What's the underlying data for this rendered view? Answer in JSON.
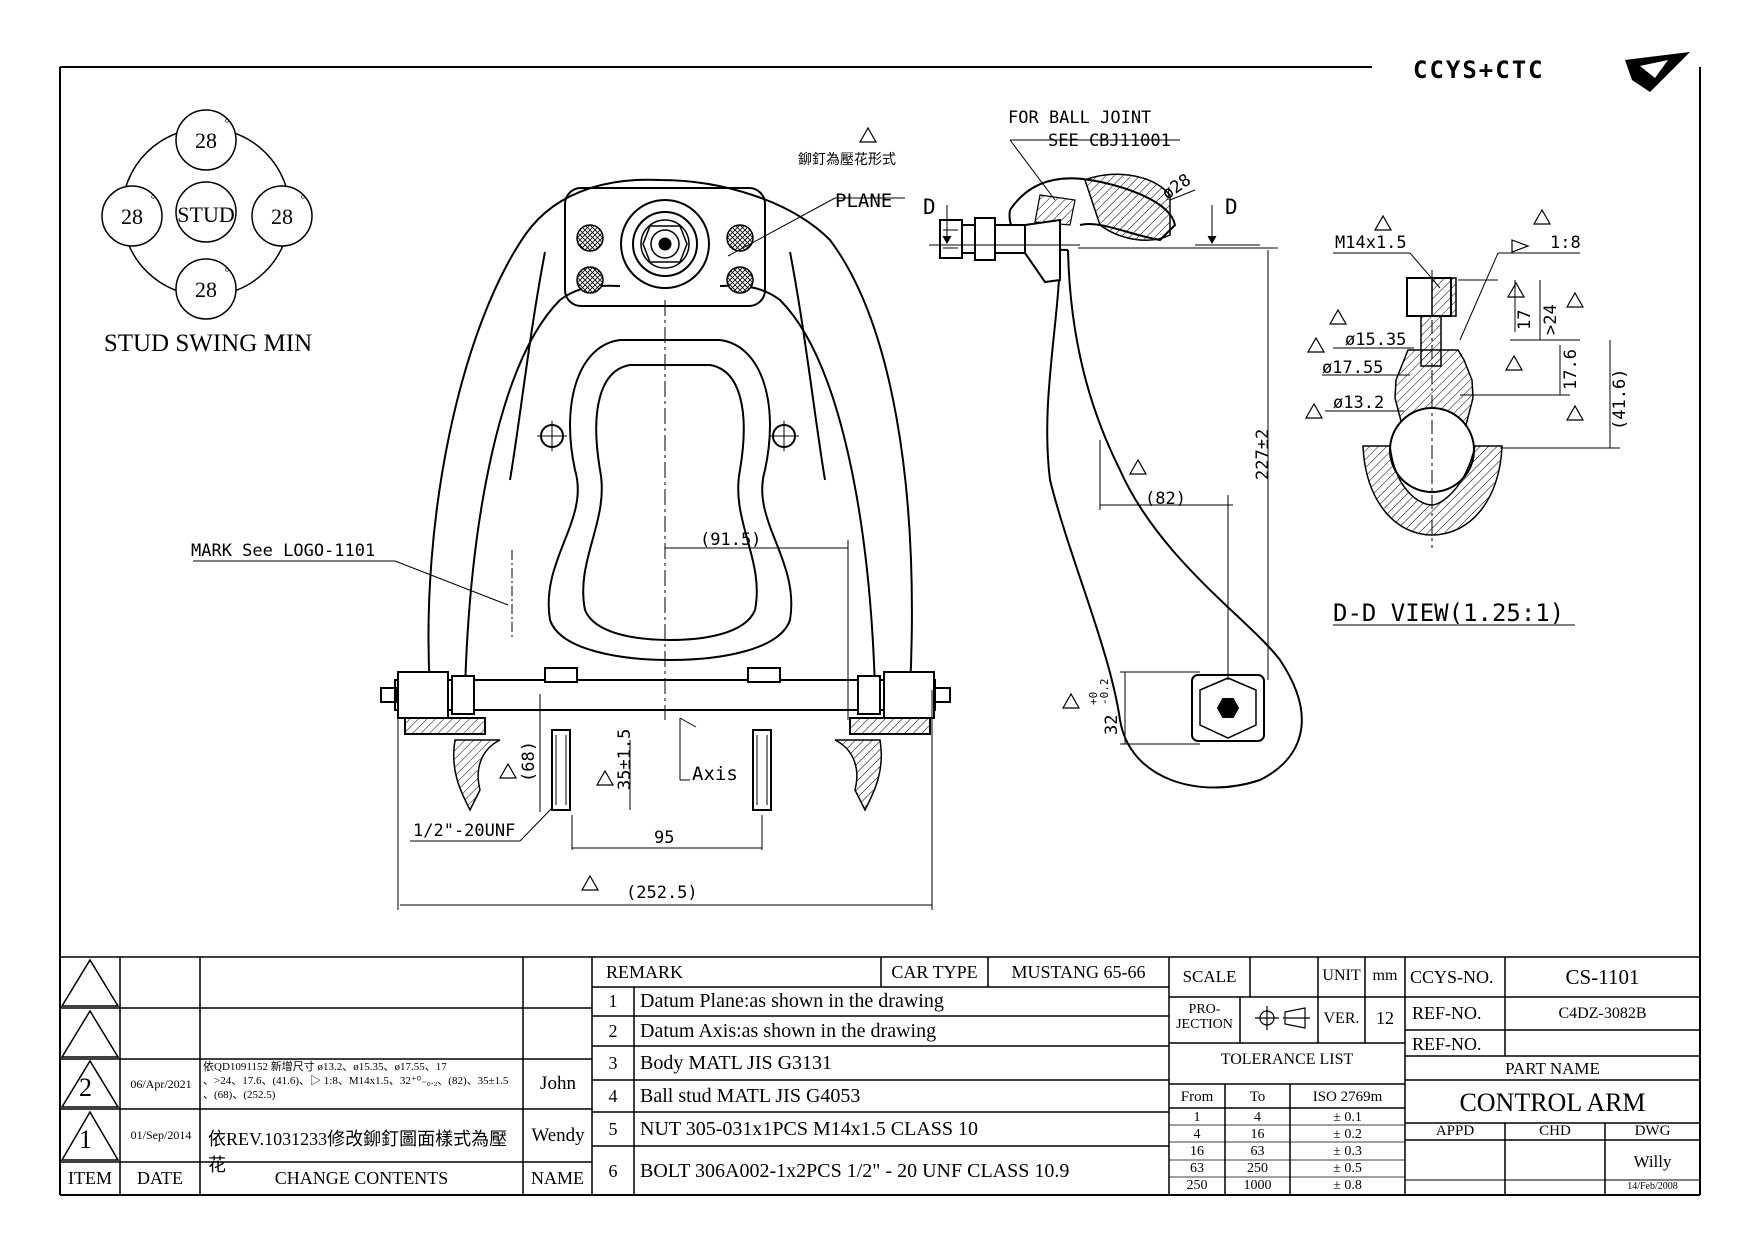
{
  "brand": {
    "text": "CCYS+CTC"
  },
  "swing": {
    "stud": "STUD",
    "top": "28",
    "left": "28",
    "right": "28",
    "bottom": "28",
    "deg": "°",
    "caption": "STUD SWING MIN"
  },
  "front_view": {
    "note_cn": "鉚釘為壓花形式",
    "plane": "PLANE",
    "mark": "MARK See LOGO-1101",
    "dim_axis_offset": "(91.5)",
    "axis": "Axis",
    "dim_stud_len": "(68)",
    "dim_stud_35": "35±1.5",
    "thread": "1/2\"-20UNF",
    "dim_95": "95",
    "dim_overall": "(252.5)"
  },
  "side_view": {
    "ball_note_1": "FOR BALL JOINT",
    "ball_note_2": "SEE CBJ11001",
    "phi28": "ø28",
    "section_left": "D",
    "section_right": "D",
    "dim_227": "227±2",
    "dim_82": "(82)",
    "dim_32": "32",
    "dim_32_tol_up": "+0",
    "dim_32_tol_dn": "-0.2"
  },
  "section_view": {
    "thread": "M14x1.5",
    "taper": "1:8",
    "d1535": "ø15.35",
    "d1755": "ø17.55",
    "d132": "ø13.2",
    "dim_17": "17",
    "dim_24": ">24",
    "dim_176": "17.6",
    "dim_416": "(41.6)",
    "title": "D-D VIEW(1.25:1)"
  },
  "revisions": {
    "headers": {
      "item": "ITEM",
      "date": "DATE",
      "contents": "CHANGE CONTENTS",
      "name": "NAME"
    },
    "rows": [
      {
        "item": "2",
        "date": "06/Apr/2021",
        "contents_1": "依QD1091152 新增尺寸 ø13.2、ø15.35、ø17.55、17",
        "contents_2": "、>24、17.6、(41.6)、▷ 1:8、M14x1.5、32⁺⁰₋₀.₂、(82)、35±1.5",
        "contents_3": "、(68)、(252.5)",
        "name": "John"
      },
      {
        "item": "1",
        "date": "01/Sep/2014",
        "contents_1": "依REV.1031233修改鉚釘圖面樣式為壓花",
        "name": "Wendy"
      }
    ]
  },
  "remarks": {
    "header": "REMARK",
    "car_type_label": "CAR TYPE",
    "car_type": "MUSTANG 65-66",
    "items": [
      {
        "no": "1",
        "text": "Datum Plane:as shown in the drawing"
      },
      {
        "no": "2",
        "text": "Datum Axis:as shown in the drawing"
      },
      {
        "no": "3",
        "text": "Body MATL JIS G3131"
      },
      {
        "no": "4",
        "text": "Ball stud MATL JIS G4053"
      },
      {
        "no": "5",
        "text": "NUT 305-031x1PCS M14x1.5 CLASS 10"
      },
      {
        "no": "6",
        "text": "BOLT 306A002-1x2PCS 1/2\" - 20 UNF CLASS 10.9"
      }
    ]
  },
  "spec": {
    "scale": "SCALE",
    "unit": "UNIT",
    "unit_val": "mm",
    "projection_1": "PRO-",
    "projection_2": "JECTION",
    "ver": "VER.",
    "ver_val": "12",
    "tolerance_list": "TOLERANCE LIST",
    "tol_headers": {
      "from": "From",
      "to": "To",
      "iso": "ISO 2769m"
    },
    "tolerances": [
      {
        "from": "1",
        "to": "4",
        "tol": "± 0.1"
      },
      {
        "from": "4",
        "to": "16",
        "tol": "± 0.2"
      },
      {
        "from": "16",
        "to": "63",
        "tol": "± 0.3"
      },
      {
        "from": "63",
        "to": "250",
        "tol": "± 0.5"
      },
      {
        "from": "250",
        "to": "1000",
        "tol": "± 0.8"
      }
    ]
  },
  "title_block": {
    "ccys_no_label": "CCYS-NO.",
    "ccys_no": "CS-1101",
    "ref_no_label": "REF-NO.",
    "ref_no": "C4DZ-3082B",
    "ref_no2_label": "REF-NO.",
    "part_name_label": "PART NAME",
    "part_name": "CONTROL ARM",
    "appd": "APPD",
    "chd": "CHD",
    "dwg": "DWG",
    "dwg_by": "Willy",
    "date": "14/Feb/2008"
  }
}
